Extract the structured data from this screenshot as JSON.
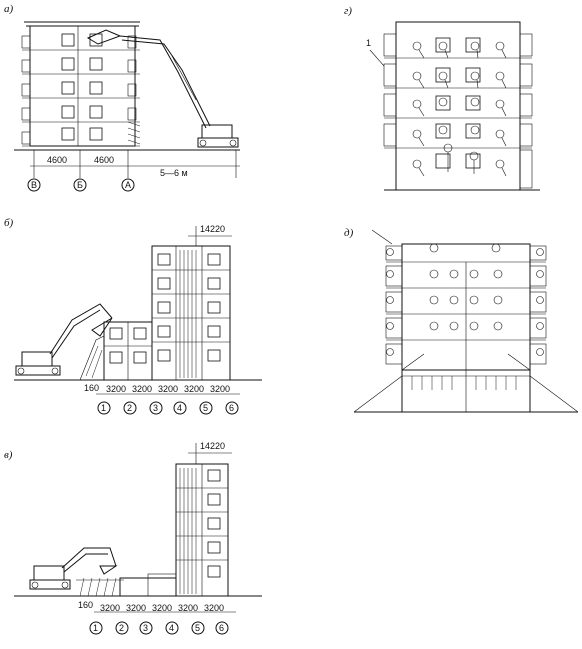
{
  "panels": {
    "a": {
      "label": "а)",
      "dims": [
        "4600",
        "4600",
        "5—6 м"
      ],
      "axes": [
        "В",
        "Б",
        "А"
      ]
    },
    "b": {
      "label": "б)",
      "top_dim": "14220",
      "left_dim": "160",
      "spans": [
        "3200",
        "3200",
        "3200",
        "3200",
        "3200"
      ],
      "axes": [
        "1",
        "2",
        "3",
        "4",
        "5",
        "6"
      ]
    },
    "v": {
      "label": "в)",
      "top_dim": "14220",
      "left_dim": "160",
      "spans": [
        "3200",
        "3200",
        "3200",
        "3200",
        "3200"
      ],
      "axes": [
        "1",
        "2",
        "3",
        "4",
        "5",
        "6"
      ]
    },
    "g": {
      "label": "г)",
      "callout": "1"
    },
    "d": {
      "label": "д)"
    }
  }
}
